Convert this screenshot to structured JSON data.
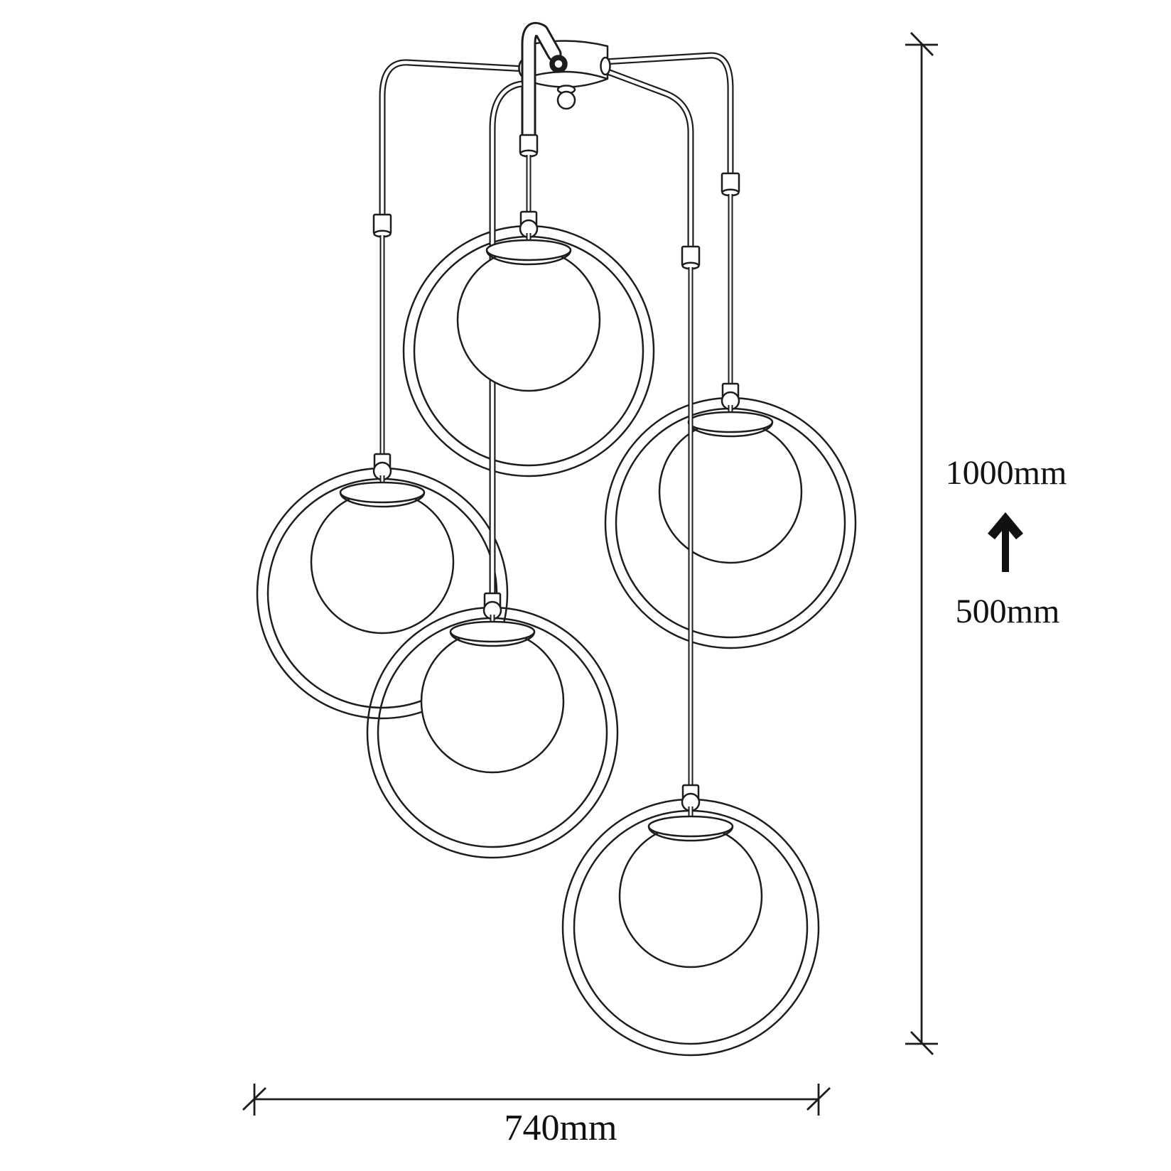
{
  "canvas": {
    "background": "#ffffff",
    "line_color": "#1d1d1d",
    "text_color": "#111111"
  },
  "dimension_labels": {
    "vertical_total": "1000mm",
    "vertical_drop": "500mm",
    "horizontal_width": "740mm"
  },
  "figure": {
    "description": "Black-and-white technical dimension drawing of a five-light cluster pendant chandelier: five open metal rings, each holding a spherical opal glass globe, hang at staggered heights on curved rods and cables from a single ceiling canopy with a hanging hook.",
    "pendant_count": 5
  }
}
